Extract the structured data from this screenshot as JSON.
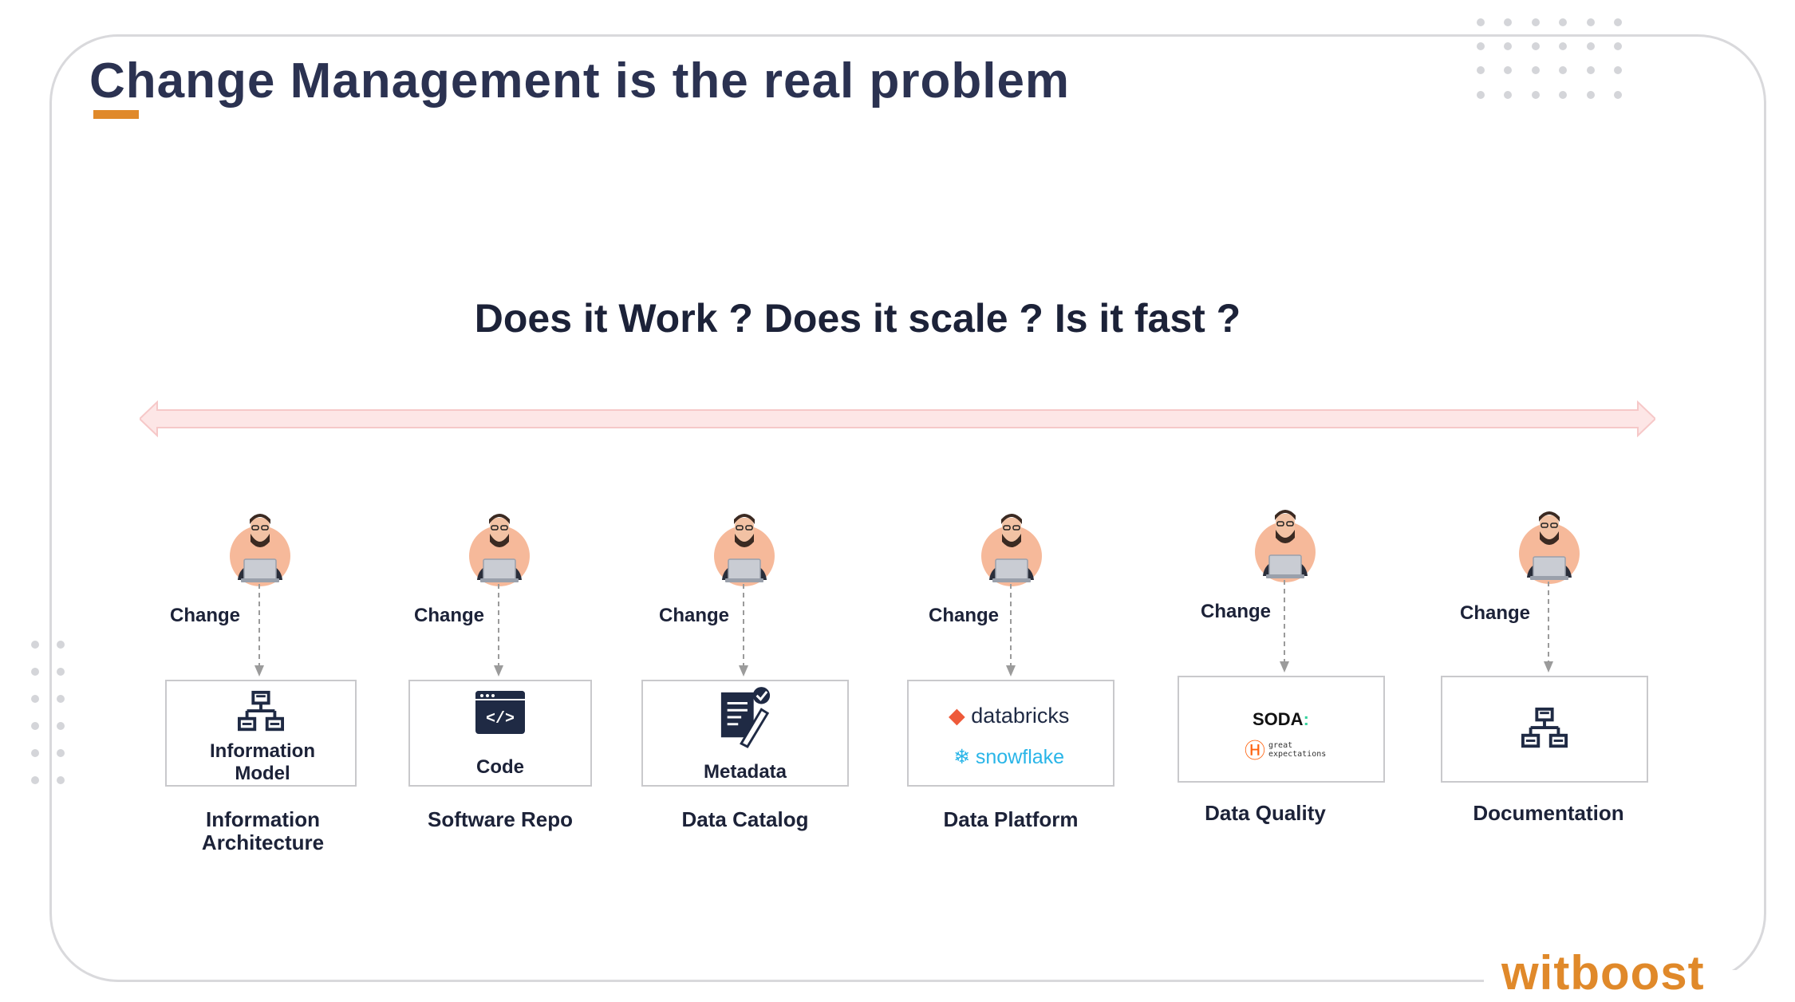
{
  "title": "Change Management is the real problem",
  "subtitle": "Does it Work ? Does it scale ? Is it fast ?",
  "change_label": "Change",
  "colors": {
    "accent": "#e0892a",
    "navy": "#1c2238",
    "arrow": "#fde6e6",
    "arrow_border": "#f6c8c8"
  },
  "columns": [
    {
      "box_label": "Information Model",
      "caption": "Information Architecture",
      "icon": "hierarchy-icon"
    },
    {
      "box_label": "Code",
      "caption": "Software Repo",
      "icon": "code-window-icon"
    },
    {
      "box_label": "Metadata",
      "caption": "Data Catalog",
      "icon": "document-check-icon"
    },
    {
      "box_label": "",
      "caption": "Data Platform",
      "icon": "databricks-snowflake-logos",
      "logos": [
        "databricks",
        "snowflake"
      ]
    },
    {
      "box_label": "",
      "caption": "Data Quality",
      "icon": "soda-great-expectations-logos",
      "logos": [
        "SODA",
        "great",
        "expectations"
      ]
    },
    {
      "box_label": "",
      "caption": "Documentation",
      "icon": "hierarchy-icon"
    }
  ],
  "brand": {
    "name": "witboost"
  }
}
